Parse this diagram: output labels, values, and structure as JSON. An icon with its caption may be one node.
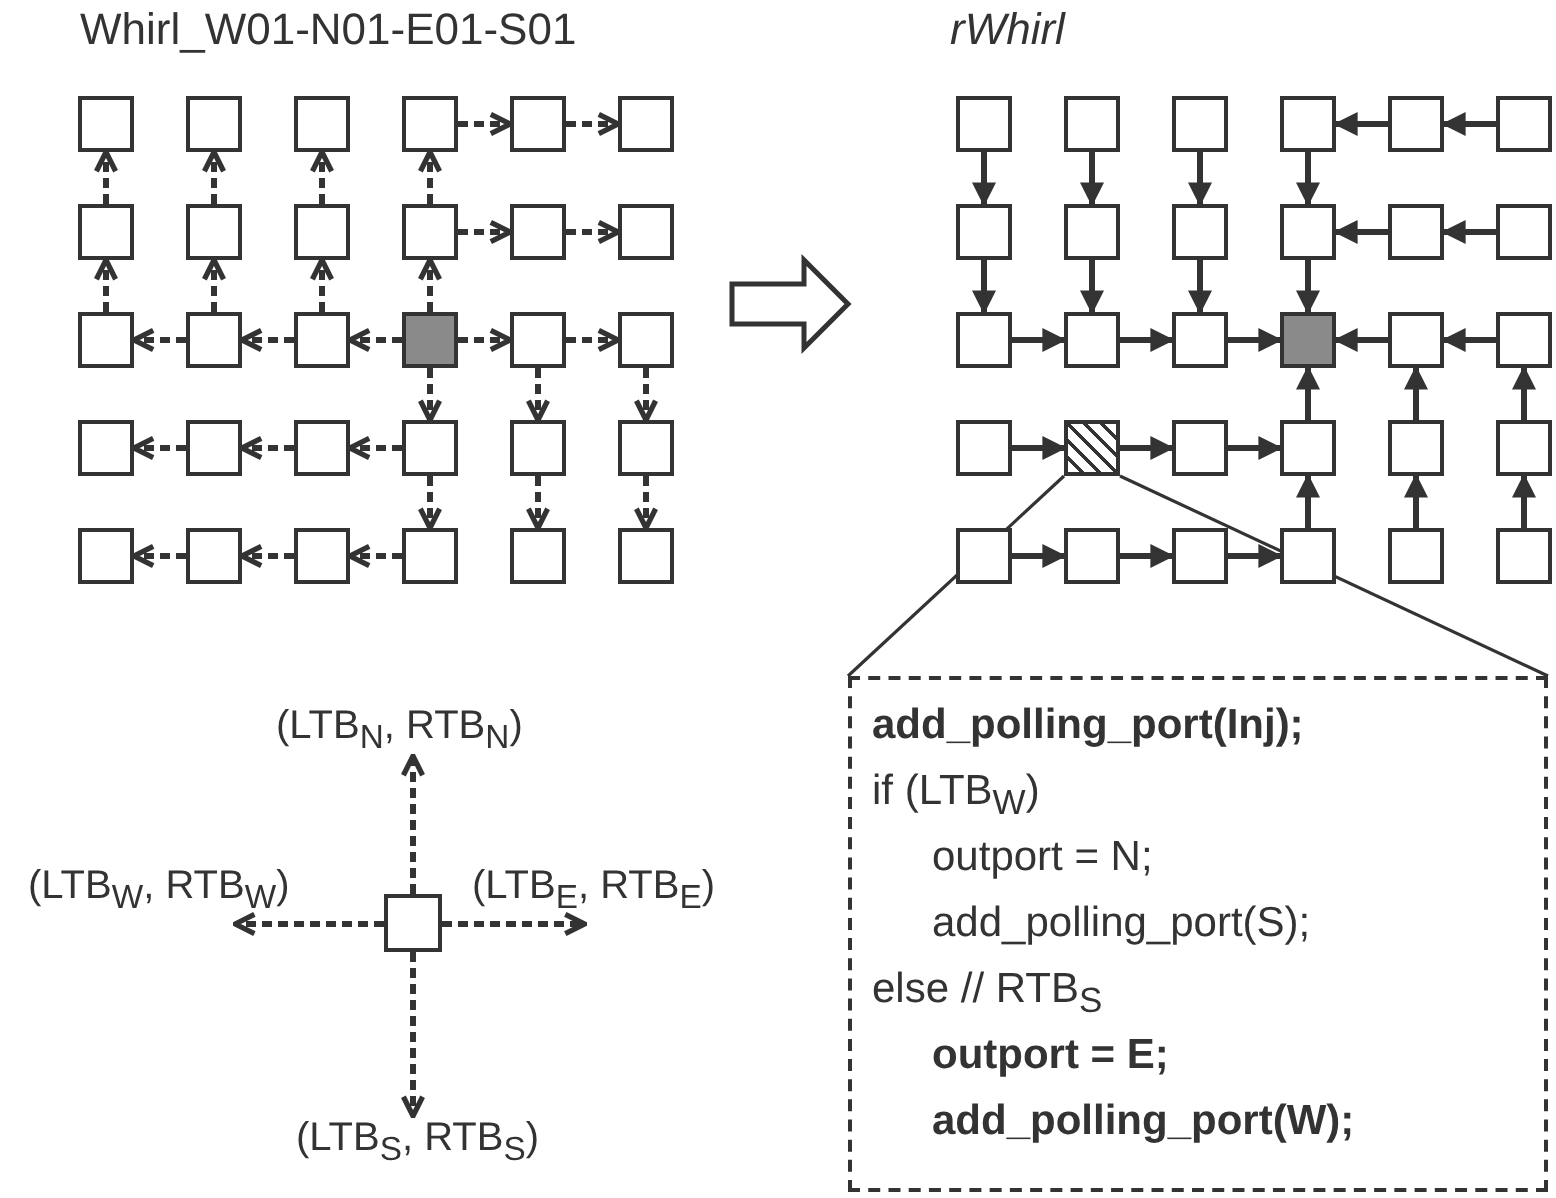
{
  "diagram": {
    "nodes": [
      {
        "text": [],
        "shape": "box"
      },
      {
        "text": [],
        "shape": "box"
      },
      {
        "text": [],
        "shape": "box"
      },
      {
        "text": [],
        "shape": "box"
      },
      {
        "text": [],
        "shape": "box"
      },
      {
        "text": [],
        "shape": "box"
      },
      {
        "text": [],
        "shape": "box"
      },
      {
        "text": [],
        "shape": "box"
      },
      {
        "text": [],
        "shape": "box"
      },
      {
        "text": [],
        "shape": "box"
      },
      {
        "text": [],
        "shape": "box"
      },
      {
        "text": [],
        "shape": "box"
      },
      {
        "text": [],
        "shape": "box"
      },
      {
        "text": [],
        "shape": "box"
      },
      {
        "text": [],
        "shape": "box"
      },
      {
        "text": [],
        "shape": "box"
      },
      {
        "text": [],
        "shape": "box"
      },
      {
        "text": [],
        "shape": "box"
      },
      {
        "text": [],
        "shape": "box"
      },
      {
        "text": [],
        "shape": "box"
      },
      {
        "text": [],
        "shape": "box"
      },
      {
        "text": [],
        "shape": "box"
      },
      {
        "text": [],
        "shape": "box"
      },
      {
        "text": [],
        "shape": "box"
      },
      {
        "text": [],
        "shape": "box"
      },
      {
        "text": [],
        "shape": "box"
      },
      {
        "text": [],
        "shape": "box"
      },
      {
        "text": [],
        "shape": "box"
      },
      {
        "text": [],
        "shape": "box"
      },
      {
        "text": [],
        "shape": "box"
      },
      {
        "text": [],
        "shape": "box"
      },
      {
        "text": [],
        "shape": "box"
      },
      {
        "text": [],
        "shape": "box"
      },
      {
        "text": [],
        "shape": "box"
      },
      {
        "text": [],
        "shape": "box"
      },
      {
        "text": [],
        "shape": "box"
      },
      {
        "text": [],
        "shape": "box"
      },
      {
        "text": [],
        "shape": "box"
      },
      {
        "text": [],
        "shape": "box"
      },
      {
        "text": [],
        "shape": "box"
      },
      {
        "text": [],
        "shape": "box"
      },
      {
        "text": [],
        "shape": "box"
      },
      {
        "text": [],
        "shape": "box"
      },
      {
        "text": [],
        "shape": "box"
      },
      {
        "text": [],
        "shape": "box"
      },
      {
        "text": [],
        "shape": "box"
      },
      {
        "text": [],
        "shape": "box"
      },
      {
        "text": [],
        "shape": "box"
      },
      {
        "text": [],
        "shape": "box"
      },
      {
        "text": [],
        "shape": "box"
      },
      {
        "text": [],
        "shape": "box"
      },
      {
        "text": [],
        "shape": "box"
      },
      {
        "text": [],
        "shape": "box"
      },
      {
        "text": [],
        "shape": "box"
      },
      {
        "text": [],
        "shape": "box"
      },
      {
        "text": [],
        "shape": "box"
      },
      {
        "text": [],
        "shape": "box"
      },
      {
        "text": [],
        "shape": "box"
      },
      {
        "text": [],
        "shape": "box"
      },
      {
        "text": [],
        "shape": "box"
      },
      {
        "text": [],
        "shape": "box"
      },
      {
        "text": [
          "**add_polling_port(Inj);**",
          "if (LTB$_{W}$)",
          "outport = N;",
          "add_polling_port(S);",
          "else // RTB$_{S}$",
          "**outport = E;**",
          "**add_polling_port(W);**"
        ]
      },
      {
        "text": [
          "(LTB$_{N}$, RTB$_{N}$)"
        ]
      },
      {
        "text": [
          "(LTB$_{W}$, RTB$_{W}$)"
        ]
      },
      {
        "text": [
          "(LTB$_{E}$, RTB$_{E}$)"
        ]
      },
      {
        "text": [
          "(LTB$_{S}$, RTB$_{S}$)"
        ]
      }
    ],
    "edges": [
      {
        "from": 6,
        "to": 0,
        "arrow": "to",
        "style": "dashed"
      },
      {
        "from": 12,
        "to": 6,
        "arrow": "to",
        "style": "dashed"
      },
      {
        "from": 7,
        "to": 1,
        "arrow": "to",
        "style": "dashed"
      },
      {
        "from": 13,
        "to": 7,
        "arrow": "to",
        "style": "dashed"
      },
      {
        "from": 8,
        "to": 2,
        "arrow": "to",
        "style": "dashed"
      },
      {
        "from": 14,
        "to": 8,
        "arrow": "to",
        "style": "dashed"
      },
      {
        "from": 9,
        "to": 3,
        "arrow": "to",
        "style": "dashed"
      },
      {
        "from": 15,
        "to": 9,
        "arrow": "to",
        "style": "dashed"
      },
      {
        "from": 3,
        "to": 4,
        "arrow": "to",
        "style": "dashed"
      },
      {
        "from": 4,
        "to": 5,
        "arrow": "to",
        "style": "dashed"
      },
      {
        "from": 9,
        "to": 10,
        "arrow": "to",
        "style": "dashed"
      },
      {
        "from": 10,
        "to": 11,
        "arrow": "to",
        "style": "dashed"
      },
      {
        "from": 15,
        "to": 14,
        "arrow": "to",
        "style": "dashed"
      },
      {
        "from": 14,
        "to": 13,
        "arrow": "to",
        "style": "dashed"
      },
      {
        "from": 13,
        "to": 12,
        "arrow": "to",
        "style": "dashed"
      },
      {
        "from": 15,
        "to": 16,
        "arrow": "to",
        "style": "dashed"
      },
      {
        "from": 16,
        "to": 17,
        "arrow": "to",
        "style": "dashed"
      },
      {
        "from": 15,
        "to": 21,
        "arrow": "to",
        "style": "dashed"
      },
      {
        "from": 21,
        "to": 27,
        "arrow": "to",
        "style": "dashed"
      },
      {
        "from": 16,
        "to": 22,
        "arrow": "to",
        "style": "dashed"
      },
      {
        "from": 22,
        "to": 28,
        "arrow": "to",
        "style": "dashed"
      },
      {
        "from": 17,
        "to": 23,
        "arrow": "to",
        "style": "dashed"
      },
      {
        "from": 23,
        "to": 29,
        "arrow": "to",
        "style": "dashed"
      },
      {
        "from": 21,
        "to": 20,
        "arrow": "to",
        "style": "dashed"
      },
      {
        "from": 20,
        "to": 19,
        "arrow": "to",
        "style": "dashed"
      },
      {
        "from": 19,
        "to": 18,
        "arrow": "to",
        "style": "dashed"
      },
      {
        "from": 27,
        "to": 26,
        "arrow": "to",
        "style": "dashed"
      },
      {
        "from": 26,
        "to": 25,
        "arrow": "to",
        "style": "dashed"
      },
      {
        "from": 25,
        "to": 24,
        "arrow": "to",
        "style": "dashed"
      },
      {
        "from": 30,
        "to": 36,
        "arrow": "to"
      },
      {
        "from": 36,
        "to": 42,
        "arrow": "to"
      },
      {
        "from": 31,
        "to": 37,
        "arrow": "to"
      },
      {
        "from": 37,
        "to": 43,
        "arrow": "to"
      },
      {
        "from": 32,
        "to": 38,
        "arrow": "to"
      },
      {
        "from": 38,
        "to": 44,
        "arrow": "to"
      },
      {
        "from": 33,
        "to": 39,
        "arrow": "to"
      },
      {
        "from": 39,
        "to": 45,
        "arrow": "to"
      },
      {
        "from": 34,
        "to": 33,
        "arrow": "to"
      },
      {
        "from": 35,
        "to": 34,
        "arrow": "to"
      },
      {
        "from": 40,
        "to": 39,
        "arrow": "to"
      },
      {
        "from": 41,
        "to": 40,
        "arrow": "to"
      },
      {
        "from": 44,
        "to": 45,
        "arrow": "to"
      },
      {
        "from": 43,
        "to": 44,
        "arrow": "to"
      },
      {
        "from": 42,
        "to": 43,
        "arrow": "to"
      },
      {
        "from": 46,
        "to": 45,
        "arrow": "to"
      },
      {
        "from": 47,
        "to": 46,
        "arrow": "to"
      },
      {
        "from": 51,
        "to": 45,
        "arrow": "to"
      },
      {
        "from": 57,
        "to": 51,
        "arrow": "to"
      },
      {
        "from": 52,
        "to": 46,
        "arrow": "to"
      },
      {
        "from": 58,
        "to": 52,
        "arrow": "to"
      },
      {
        "from": 53,
        "to": 47,
        "arrow": "to"
      },
      {
        "from": 59,
        "to": 53,
        "arrow": "to"
      },
      {
        "from": 50,
        "to": 51,
        "arrow": "to"
      },
      {
        "from": 49,
        "to": 50,
        "arrow": "to"
      },
      {
        "from": 48,
        "to": 49,
        "arrow": "to"
      },
      {
        "from": 56,
        "to": 57,
        "arrow": "to"
      },
      {
        "from": 55,
        "to": 56,
        "arrow": "to"
      },
      {
        "from": 54,
        "to": 55,
        "arrow": "to"
      },
      {
        "from": 60,
        "to": 62,
        "arrow": "to",
        "style": "dashed"
      },
      {
        "from": 60,
        "to": 63,
        "arrow": "to",
        "style": "dashed"
      },
      {
        "from": 60,
        "to": 64,
        "arrow": "to",
        "style": "dashed"
      },
      {
        "from": 60,
        "to": 65,
        "arrow": "to",
        "style": "dashed"
      },
      {
        "from": 49,
        "to": 61,
        "arrow": "none"
      },
      {
        "from": 49,
        "to": 61,
        "arrow": "none"
      }
    ],
    "labels": [
      "Whirl_W01-N01-E01-S01",
      "rWhirl"
    ]
  }
}
